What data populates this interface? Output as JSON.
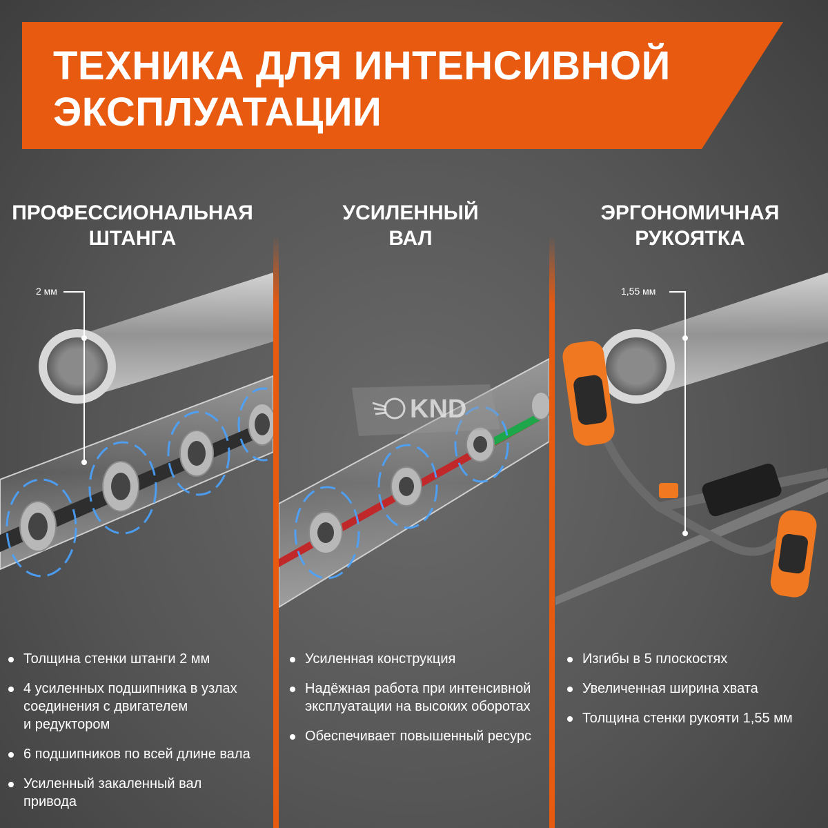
{
  "colors": {
    "accent": "#e85a10",
    "background": "#5a5a5a",
    "text": "#ffffff"
  },
  "header": {
    "title_lines": [
      "ТЕХНИКА ДЛЯ ИНТЕНСИВНОЙ",
      "ЭКСПЛУАТАЦИИ"
    ]
  },
  "columns": [
    {
      "title_lines": [
        "ПРОФЕССИОНАЛЬНАЯ",
        "ШТАНГА"
      ],
      "callout": "2 мм",
      "image": "shaft-with-bearings",
      "bullets": [
        {
          "lines": [
            "Толщина стенки штанги 2 мм"
          ]
        },
        {
          "lines": [
            "4 усиленных подшипника в узлах",
            "соединения с двигателем",
            "и редуктором"
          ]
        },
        {
          "lines": [
            "6 подшипников по всей длине вала"
          ]
        },
        {
          "lines": [
            "Усиленный закаленный вал",
            "привода"
          ]
        }
      ]
    },
    {
      "title_lines": [
        "УСИЛЕННЫЙ",
        "ВАЛ"
      ],
      "image": "reinforced-drive-shaft",
      "bullets": [
        {
          "lines": [
            "Усиленная конструкция"
          ]
        },
        {
          "lines": [
            "Надёжная работа при интенсивной",
            "эксплуатации на высоких оборотах"
          ]
        },
        {
          "lines": [
            "Обеспечивает повышенный ресурс"
          ]
        }
      ]
    },
    {
      "title_lines": [
        "ЭРГОНОМИЧНАЯ",
        "РУКОЯТКА"
      ],
      "callout": "1,55 мм",
      "image": "ergonomic-handlebar",
      "bullets": [
        {
          "lines": [
            "Изгибы в 5 плоскостях"
          ]
        },
        {
          "lines": [
            "Увеличенная ширина хвата"
          ]
        },
        {
          "lines": [
            "Толщина стенки рукояти 1,55 мм"
          ]
        }
      ]
    }
  ],
  "logo": {
    "text": "KND",
    "icon": "winged-circle-logo-icon"
  }
}
